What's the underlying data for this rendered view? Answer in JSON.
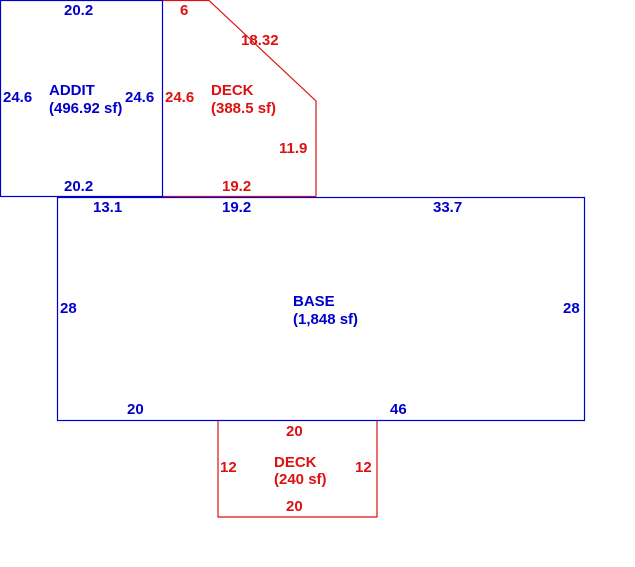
{
  "colors": {
    "blue": "#0000cc",
    "red": "#dd1111",
    "background": "#ffffff"
  },
  "areas": {
    "addit": {
      "name": "ADDIT",
      "area": "(496.92 sf)",
      "color": "blue"
    },
    "deck_top": {
      "name": "DECK",
      "area": "(388.5 sf)",
      "color": "red"
    },
    "base": {
      "name": "BASE",
      "area": "(1,848 sf)",
      "color": "blue"
    },
    "deck_bottom": {
      "name": "DECK",
      "area": "(240 sf)",
      "color": "red"
    }
  },
  "dimensions": {
    "addit": {
      "top": "20.2",
      "left": "24.6",
      "right": "24.6",
      "bottom": "20.2"
    },
    "deck_top": {
      "top": "6",
      "diagonal": "18.32",
      "left": "24.6",
      "right": "11.9",
      "bottom": "19.2"
    },
    "base": {
      "top_left": "13.1",
      "top_mid": "19.2",
      "top_right": "33.7",
      "left": "28",
      "right": "28",
      "bottom_left": "20",
      "bottom_right": "46"
    },
    "deck_bottom": {
      "top": "20",
      "left": "12",
      "right": "12",
      "bottom": "20"
    }
  }
}
